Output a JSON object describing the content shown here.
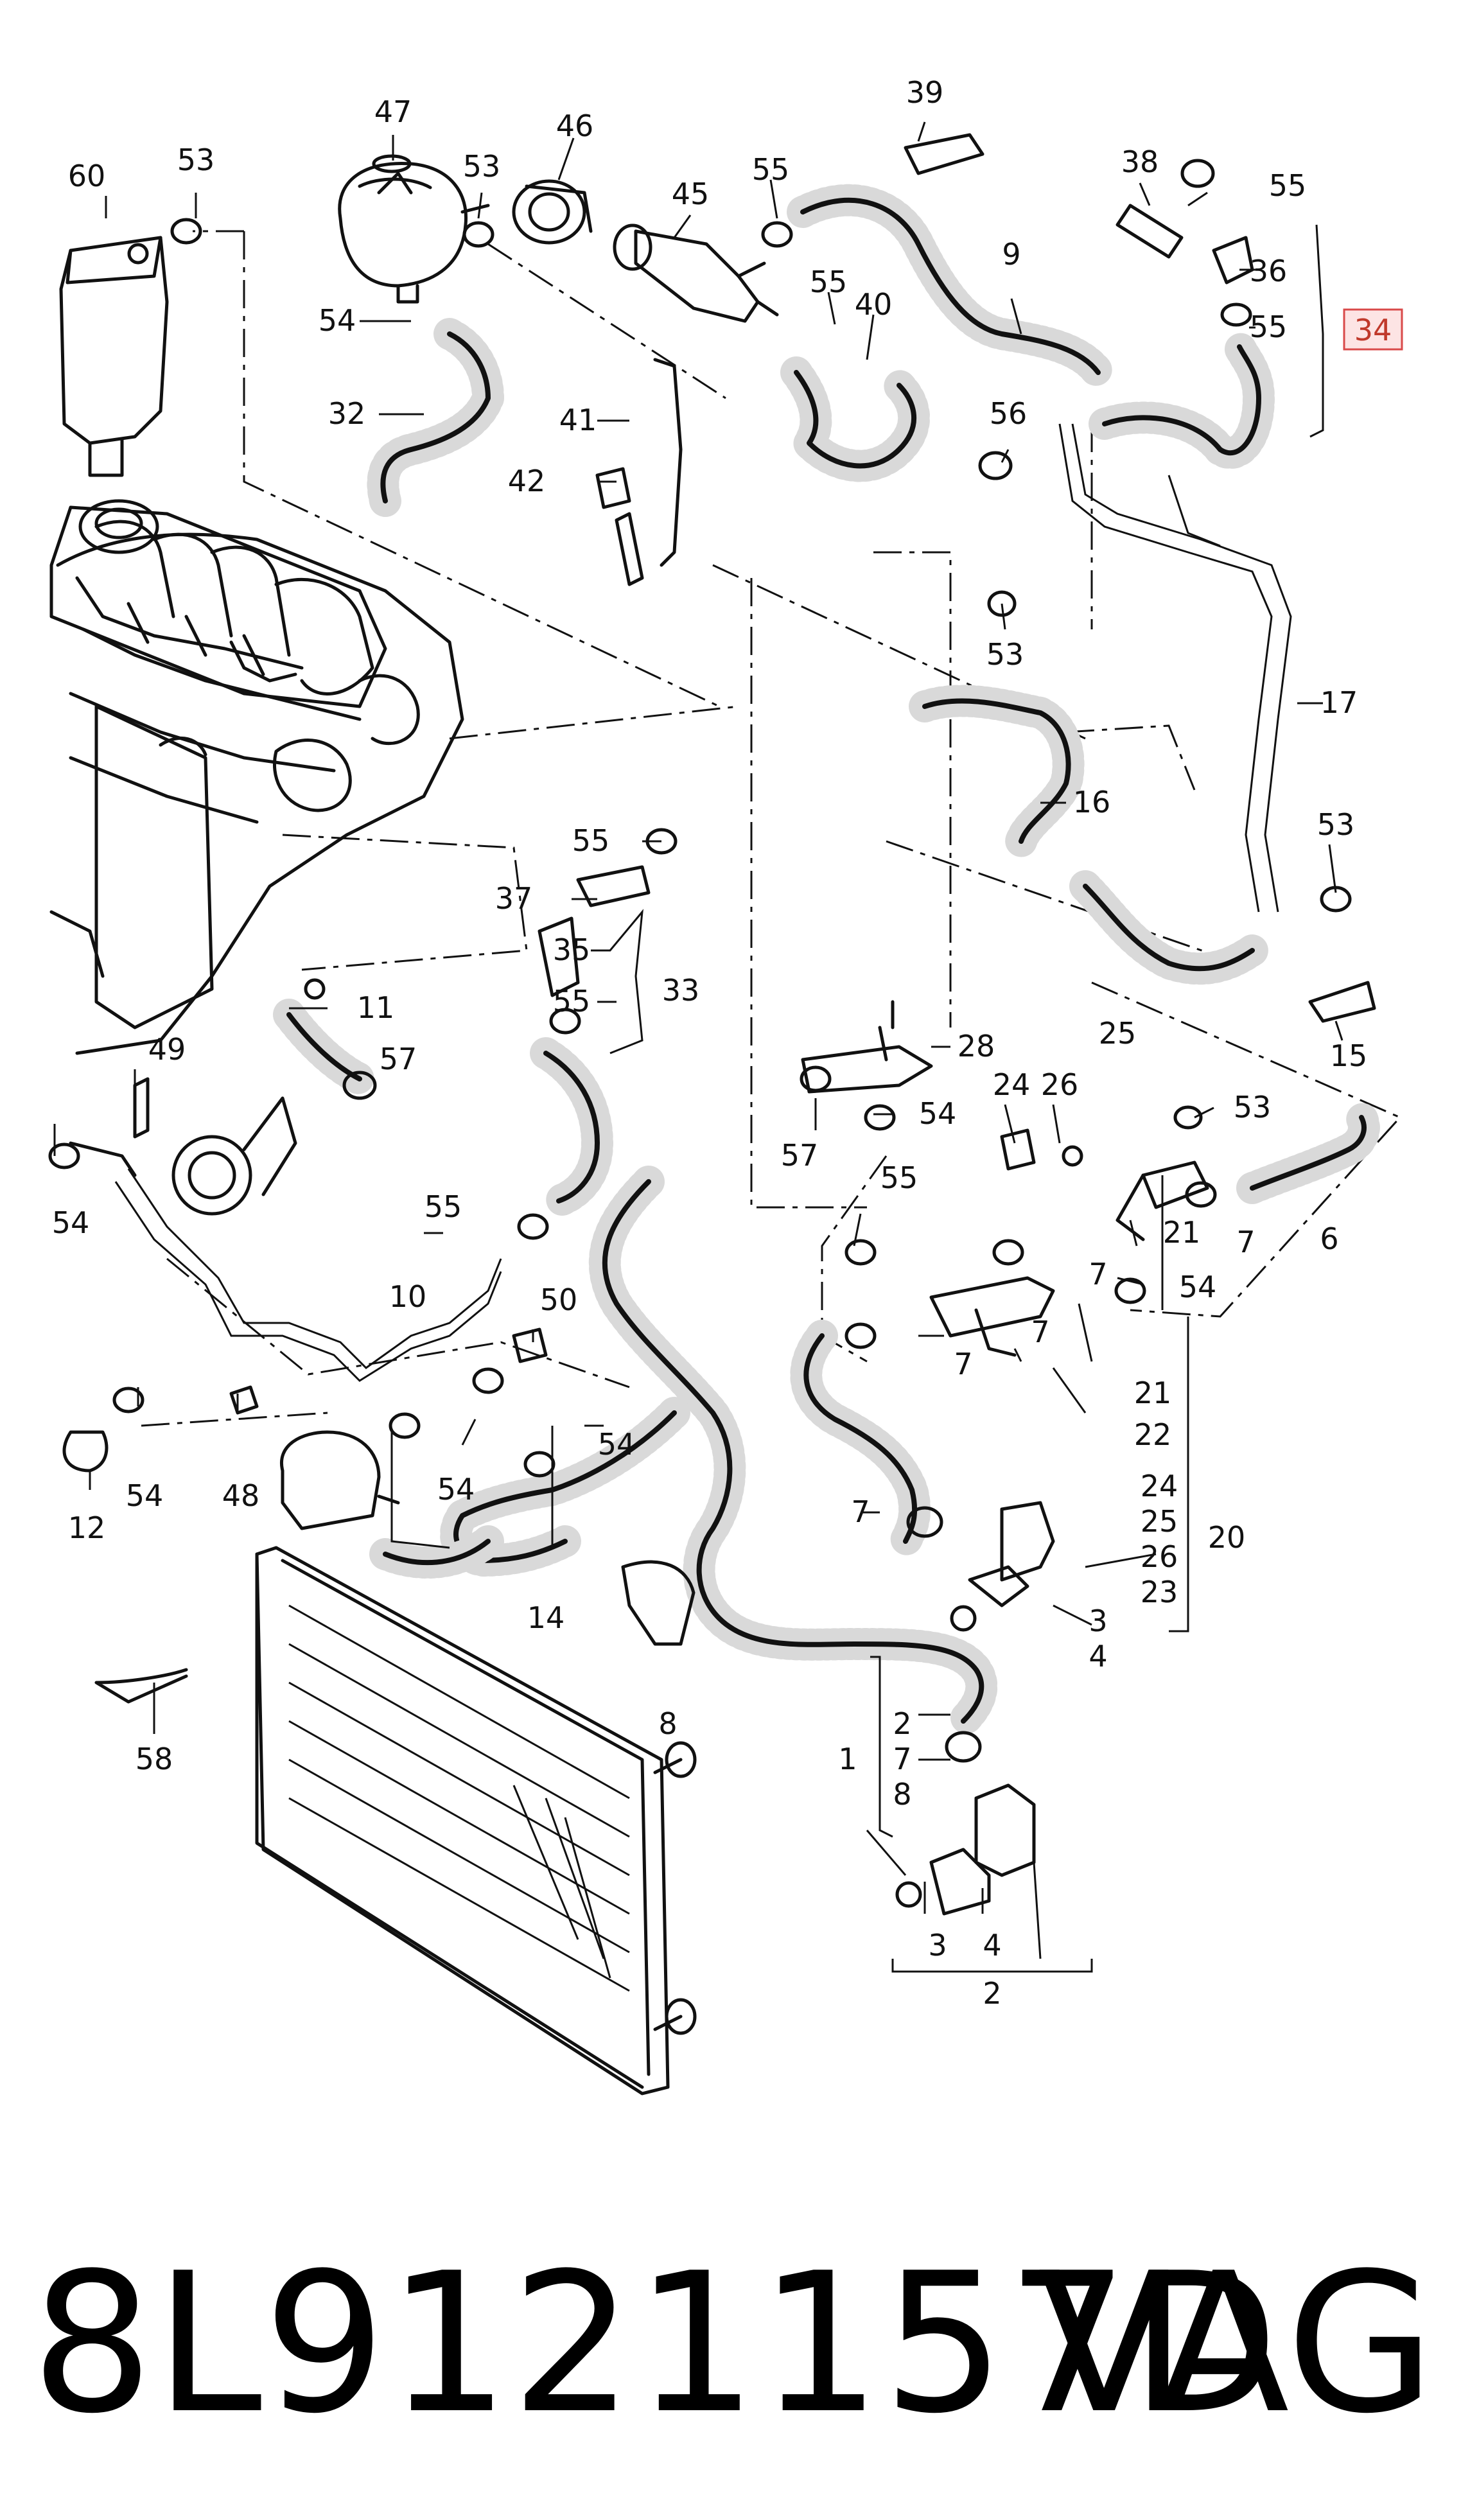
{
  "diagram": {
    "highlighted_label": "34",
    "labels": [
      {
        "id": "l60",
        "text": "60"
      },
      {
        "id": "l53a",
        "text": "53"
      },
      {
        "id": "l47",
        "text": "47"
      },
      {
        "id": "l53b",
        "text": "53"
      },
      {
        "id": "l46",
        "text": "46"
      },
      {
        "id": "l45",
        "text": "45"
      },
      {
        "id": "l55a",
        "text": "55"
      },
      {
        "id": "l39",
        "text": "39"
      },
      {
        "id": "l38",
        "text": "38"
      },
      {
        "id": "l55b",
        "text": "55"
      },
      {
        "id": "l9",
        "text": "9"
      },
      {
        "id": "l36",
        "text": "36"
      },
      {
        "id": "l55c",
        "text": "55"
      },
      {
        "id": "l54a",
        "text": "54"
      },
      {
        "id": "l55d",
        "text": "55"
      },
      {
        "id": "l40",
        "text": "40"
      },
      {
        "id": "l32",
        "text": "32"
      },
      {
        "id": "l41",
        "text": "41"
      },
      {
        "id": "l56",
        "text": "56"
      },
      {
        "id": "l42",
        "text": "42"
      },
      {
        "id": "l53c",
        "text": "53"
      },
      {
        "id": "l17",
        "text": "17"
      },
      {
        "id": "l16",
        "text": "16"
      },
      {
        "id": "l55e",
        "text": "55"
      },
      {
        "id": "l53d",
        "text": "53"
      },
      {
        "id": "l37",
        "text": "37"
      },
      {
        "id": "l35",
        "text": "35"
      },
      {
        "id": "l33",
        "text": "33"
      },
      {
        "id": "l11",
        "text": "11"
      },
      {
        "id": "l55f",
        "text": "55"
      },
      {
        "id": "l15",
        "text": "15"
      },
      {
        "id": "l25",
        "text": "25"
      },
      {
        "id": "l49",
        "text": "49"
      },
      {
        "id": "l57a",
        "text": "57"
      },
      {
        "id": "l28",
        "text": "28"
      },
      {
        "id": "l24a",
        "text": "24"
      },
      {
        "id": "l26a",
        "text": "26"
      },
      {
        "id": "l53e",
        "text": "53"
      },
      {
        "id": "l54b",
        "text": "54"
      },
      {
        "id": "l57b",
        "text": "57"
      },
      {
        "id": "l54c",
        "text": "54"
      },
      {
        "id": "l55g",
        "text": "55"
      },
      {
        "id": "l55h",
        "text": "55"
      },
      {
        "id": "l21a",
        "text": "21"
      },
      {
        "id": "l7a",
        "text": "7"
      },
      {
        "id": "l6",
        "text": "6"
      },
      {
        "id": "l7b",
        "text": "7"
      },
      {
        "id": "l54d",
        "text": "54"
      },
      {
        "id": "l10",
        "text": "10"
      },
      {
        "id": "l50",
        "text": "50"
      },
      {
        "id": "l7c",
        "text": "7"
      },
      {
        "id": "l7d",
        "text": "7"
      },
      {
        "id": "l21b",
        "text": "21"
      },
      {
        "id": "l22",
        "text": "22"
      },
      {
        "id": "l54e",
        "text": "54"
      },
      {
        "id": "l12",
        "text": "12"
      },
      {
        "id": "l54f",
        "text": "54"
      },
      {
        "id": "l48",
        "text": "48"
      },
      {
        "id": "l54g",
        "text": "54"
      },
      {
        "id": "l24b",
        "text": "24"
      },
      {
        "id": "l25b",
        "text": "25"
      },
      {
        "id": "l26b",
        "text": "26"
      },
      {
        "id": "l23",
        "text": "23"
      },
      {
        "id": "l20",
        "text": "20"
      },
      {
        "id": "l7e",
        "text": "7"
      },
      {
        "id": "l14",
        "text": "14"
      },
      {
        "id": "l3a",
        "text": "3"
      },
      {
        "id": "l4a",
        "text": "4"
      },
      {
        "id": "l8a",
        "text": "8"
      },
      {
        "id": "l2a",
        "text": "2"
      },
      {
        "id": "l1",
        "text": "1"
      },
      {
        "id": "l7f",
        "text": "7"
      },
      {
        "id": "l8b",
        "text": "8"
      },
      {
        "id": "l58",
        "text": "58"
      },
      {
        "id": "l3b",
        "text": "3"
      },
      {
        "id": "l4b",
        "text": "4"
      },
      {
        "id": "l2b",
        "text": "2"
      }
    ]
  },
  "footer": {
    "part_number": "8L9121157D",
    "brand": "VAG"
  },
  "colors": {
    "highlight_fill": "#fde4e4",
    "highlight_stroke": "#d94a4a",
    "highlight_text": "#c0392b"
  }
}
